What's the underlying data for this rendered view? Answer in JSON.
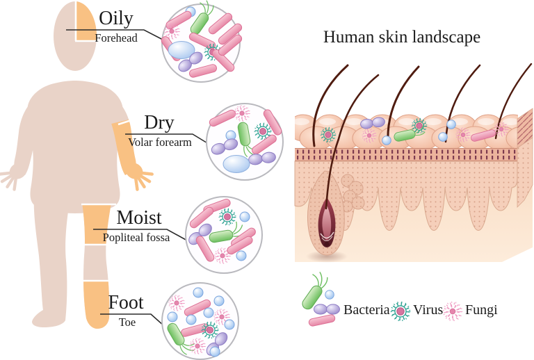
{
  "title": "Human skin landscape",
  "regions": [
    {
      "type": "Oily",
      "site": "Forehead"
    },
    {
      "type": "Dry",
      "site": "Volar forearm"
    },
    {
      "type": "Moist",
      "site": "Popliteal fossa"
    },
    {
      "type": "Foot",
      "site": "Toe"
    }
  ],
  "legend": {
    "bacteria": "Bacteria",
    "virus": "Virus",
    "fungi": "Fungi"
  },
  "microbe_mix": {
    "oily_forehead": {
      "pink_rod_bacteria": 8,
      "green_flagellated_bacterium": 1,
      "blue_coccus": 1,
      "large_oval_bacterium": 1,
      "purple_diplococcus": 1,
      "virus": 1,
      "fungus": 1
    },
    "dry_volar_forearm": {
      "pink_rod_bacteria": 4,
      "green_flagellated_bacterium": 1,
      "blue_coccus": 1,
      "large_oval_bacterium": 1,
      "purple_diplococcus": 2,
      "virus": 1,
      "fungus": 1
    },
    "moist_popliteal_fossa": {
      "pink_rod_bacteria": 5,
      "green_flagellated_bacterium": 1,
      "blue_coccus": 2,
      "purple_diplococcus": 1,
      "virus": 1,
      "fungus": 1
    },
    "foot_toe": {
      "pink_rod_bacteria": 2,
      "green_flagellated_bacterium": 1,
      "blue_coccus": 8,
      "purple_diplococcus": 1,
      "virus": 1,
      "fungus": 3
    }
  },
  "colors": {
    "body_skin": "#e9d3c8",
    "highlighted_site": "#f9c183",
    "rod_bacterium_pink": "#ee9db8",
    "green_bacterium": "#7cc46e",
    "blue_coccus": "#a9c9f2",
    "purple_diplococcus": "#a99bd6",
    "virus_teal": "#259b8b",
    "fungus_pink": "#ef9bc2",
    "hair_brown": "#4f1c10"
  }
}
